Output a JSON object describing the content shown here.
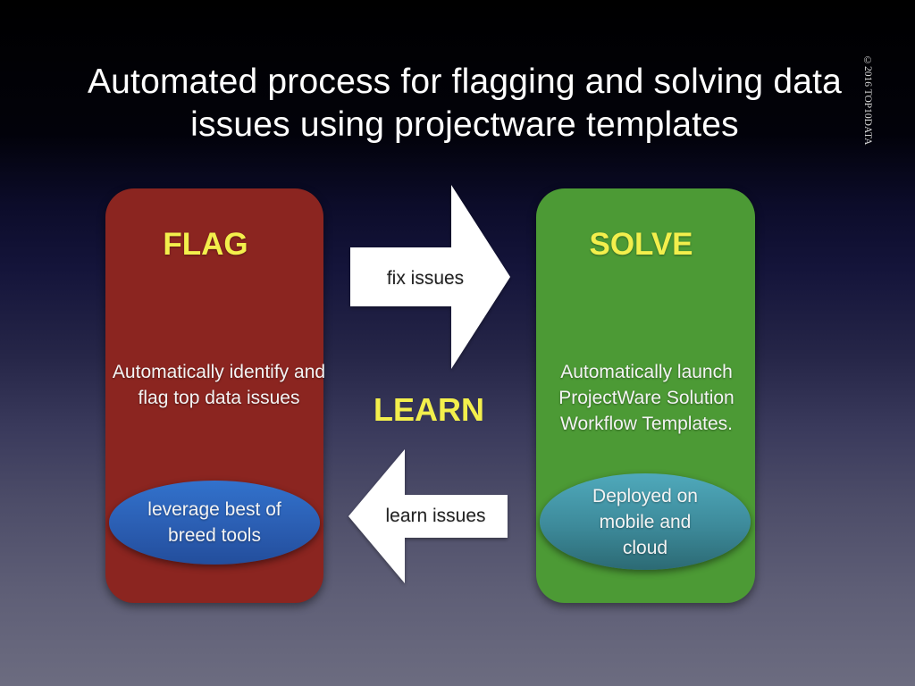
{
  "slide": {
    "title": "Automated process for flagging and solving data issues using projectware templates",
    "copyright": "©2016 TOP10DATA"
  },
  "flag_box": {
    "heading": "FLAG",
    "description": "Automatically identify and flag top data issues",
    "ellipse_text": "leverage best of breed tools",
    "color": "#8b2520",
    "ellipse_color": "#2f6bc4"
  },
  "solve_box": {
    "heading": "SOLVE",
    "description": "Automatically launch ProjectWare Solution Workflow Templates.",
    "ellipse_text": "Deployed on mobile and cloud",
    "color": "#4c9a35",
    "ellipse_color": "#4aa2b4"
  },
  "cycle": {
    "center_label": "LEARN",
    "forward_arrow_label": "fix issues",
    "backward_arrow_label": "learn issues",
    "label_color": "#f3ef4c"
  }
}
